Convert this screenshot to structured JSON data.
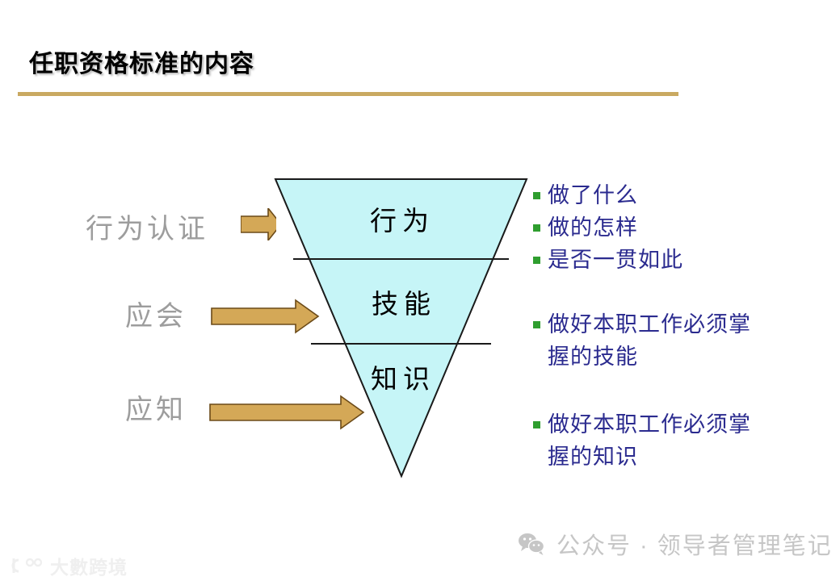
{
  "slide": {
    "title": "任职资格标准的内容",
    "rule_color": "#c9a961",
    "background": "#ffffff"
  },
  "diagram": {
    "type": "inverted-pyramid",
    "shape_fill": "#c6f5f7",
    "shape_stroke": "#1a1a1a",
    "arrow_fill": "#d4a857",
    "arrow_stroke": "#6b4a18",
    "label_color": "#9d9d9d",
    "band_text_color": "#000000",
    "bands": [
      {
        "label": "行为",
        "stage": "行为认证"
      },
      {
        "label": "技能",
        "stage": "应会"
      },
      {
        "label": "知识",
        "stage": "应知"
      }
    ],
    "stage_labels": [
      "行为认证",
      "应会",
      "应知"
    ]
  },
  "bullets": {
    "bullet_color": "#2f9e2f",
    "text_color": "#2b2b8f",
    "groups": [
      {
        "items": [
          "做了什么",
          "做的怎样",
          "是否一贯如此"
        ]
      },
      {
        "items": [
          "做好本职工作必须掌握的技能"
        ]
      },
      {
        "items": [
          "做好本职工作必须掌握的知识"
        ]
      }
    ]
  },
  "watermarks": {
    "wechat": {
      "icon": "wechat-icon",
      "text": "公众号 · 领导者管理笔记"
    },
    "brand": {
      "icon": "brand-logo-icon",
      "text": "大數跨境"
    }
  }
}
